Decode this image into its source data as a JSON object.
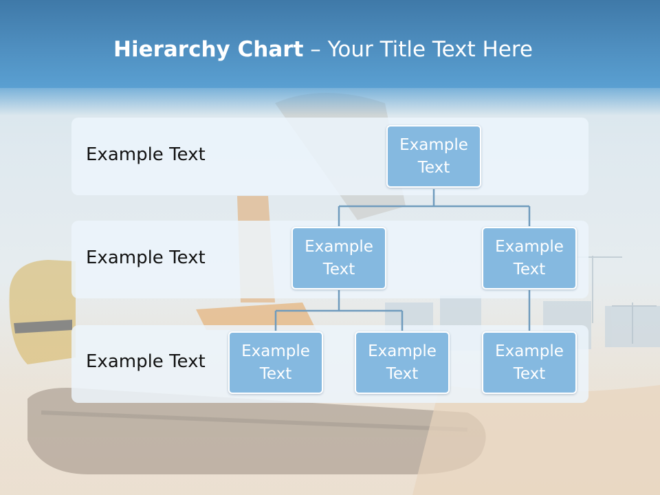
{
  "slide": {
    "title_bold": "Hierarchy Chart",
    "title_rest": " – Your Title Text Here"
  },
  "rows": [
    {
      "label": "Example Text"
    },
    {
      "label": "Example Text"
    },
    {
      "label": "Example Text"
    }
  ],
  "nodes": {
    "root": {
      "label": "Example Text"
    },
    "level2_left": {
      "label": "Example Text"
    },
    "level2_right": {
      "label": "Example Text"
    },
    "level3_a": {
      "label": "Example Text"
    },
    "level3_b": {
      "label": "Example Text"
    },
    "level3_c": {
      "label": "Example Text"
    }
  },
  "colors": {
    "title_band": "#4f8fc0",
    "node_fill": "#85b9e0",
    "connector": "#6f9bbd"
  }
}
